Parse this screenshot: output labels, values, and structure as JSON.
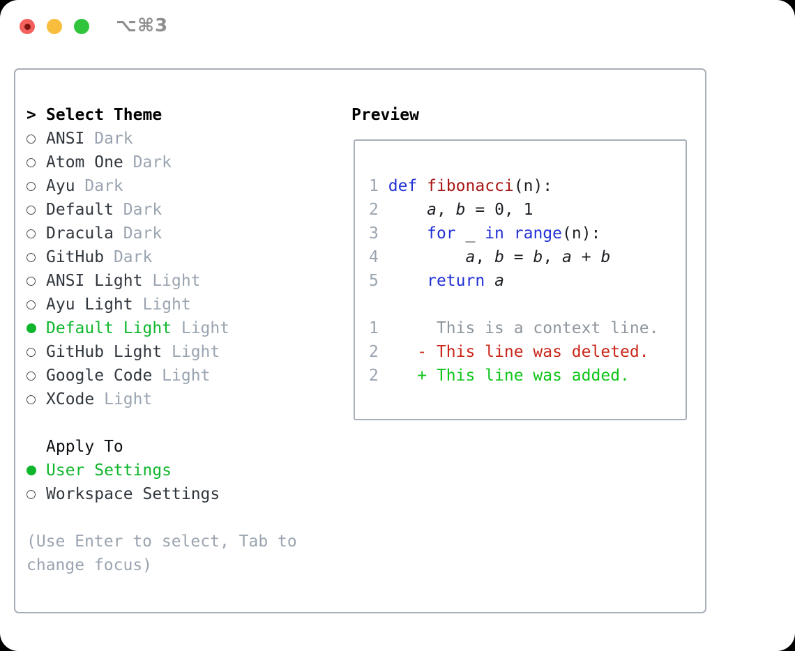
{
  "titlebar": {
    "shortcut": "⌥⌘3",
    "traffic_lights": [
      "close",
      "minimize",
      "zoom"
    ]
  },
  "colors": {
    "accent_green": "#0fb62c",
    "added_green": "#0ec419",
    "deleted_red": "#c9271a",
    "keyword_blue": "#2231d4",
    "function_red": "#a81414",
    "muted_gray": "#9aa4b0",
    "panel_border": "#a7aeb9",
    "traffic_red": "#f4605c",
    "traffic_yellow": "#f9bd3d",
    "traffic_green": "#30c53c"
  },
  "theme_picker": {
    "cursor": ">",
    "title": "Select Theme",
    "items": [
      {
        "name": "ANSI",
        "variant": "Dark",
        "selected": false
      },
      {
        "name": "Atom One",
        "variant": "Dark",
        "selected": false
      },
      {
        "name": "Ayu",
        "variant": "Dark",
        "selected": false
      },
      {
        "name": "Default",
        "variant": "Dark",
        "selected": false
      },
      {
        "name": "Dracula",
        "variant": "Dark",
        "selected": false
      },
      {
        "name": "GitHub",
        "variant": "Dark",
        "selected": false
      },
      {
        "name": "ANSI Light",
        "variant": "Light",
        "selected": false
      },
      {
        "name": "Ayu Light",
        "variant": "Light",
        "selected": false
      },
      {
        "name": "Default Light",
        "variant": "Light",
        "selected": true
      },
      {
        "name": "GitHub Light",
        "variant": "Light",
        "selected": false
      },
      {
        "name": "Google Code",
        "variant": "Light",
        "selected": false
      },
      {
        "name": "XCode",
        "variant": "Light",
        "selected": false
      }
    ],
    "apply_to": {
      "title": "Apply To",
      "options": [
        {
          "name": "User Settings",
          "selected": true
        },
        {
          "name": "Workspace Settings",
          "selected": false
        }
      ]
    },
    "hint": "(Use Enter to select, Tab to change focus)"
  },
  "preview": {
    "title": "Preview",
    "code_lines": [
      {
        "num": "1",
        "tokens": [
          {
            "t": "def",
            "c": "kw"
          },
          {
            "t": " "
          },
          {
            "t": "fibonacci",
            "c": "fn"
          },
          {
            "t": "(n):"
          }
        ]
      },
      {
        "num": "2",
        "tokens": [
          {
            "t": "    "
          },
          {
            "t": "a",
            "c": "var"
          },
          {
            "t": ", "
          },
          {
            "t": "b",
            "c": "var"
          },
          {
            "t": " = 0, 1"
          }
        ]
      },
      {
        "num": "3",
        "tokens": [
          {
            "t": "    "
          },
          {
            "t": "for",
            "c": "kw"
          },
          {
            "t": " _ "
          },
          {
            "t": "in",
            "c": "kw"
          },
          {
            "t": " "
          },
          {
            "t": "range",
            "c": "kw"
          },
          {
            "t": "(n):"
          }
        ]
      },
      {
        "num": "4",
        "tokens": [
          {
            "t": "        "
          },
          {
            "t": "a",
            "c": "var"
          },
          {
            "t": ", "
          },
          {
            "t": "b",
            "c": "var"
          },
          {
            "t": " = "
          },
          {
            "t": "b",
            "c": "var"
          },
          {
            "t": ", "
          },
          {
            "t": "a",
            "c": "var"
          },
          {
            "t": " + "
          },
          {
            "t": "b",
            "c": "var"
          }
        ]
      },
      {
        "num": "5",
        "tokens": [
          {
            "t": "    "
          },
          {
            "t": "return",
            "c": "kw"
          },
          {
            "t": " "
          },
          {
            "t": "a",
            "c": "var"
          }
        ]
      }
    ],
    "diff_lines": [
      {
        "num": "1",
        "prefix": "      ",
        "text": "This is a context line.",
        "type": "context"
      },
      {
        "num": "2",
        "prefix": "    - ",
        "text": "This line was deleted.",
        "type": "deleted"
      },
      {
        "num": "2",
        "prefix": "    + ",
        "text": "This line was added.",
        "type": "added"
      }
    ]
  }
}
